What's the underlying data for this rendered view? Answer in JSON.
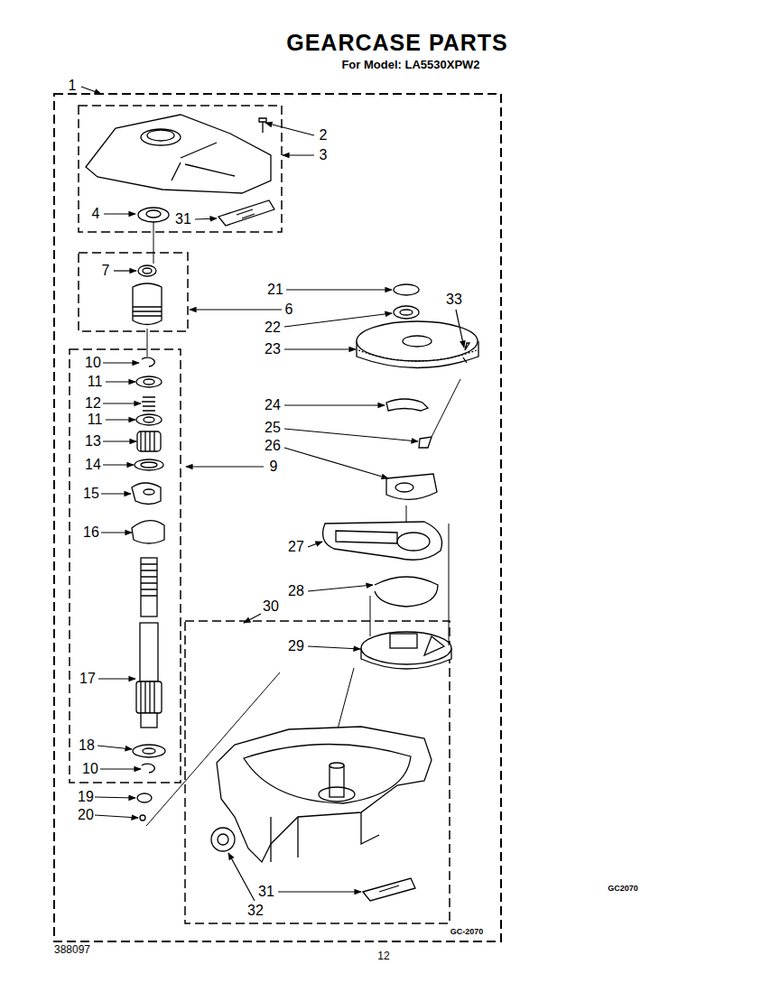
{
  "diagram": {
    "title": "GEARCASE PARTS",
    "labels": [
      "For Model: LA5530XPW2",
      "1",
      "2",
      "3",
      "4",
      "31",
      "7",
      "6",
      "21",
      "22",
      "33",
      "23",
      "10",
      "11",
      "12",
      "11",
      "13",
      "24",
      "25",
      "14",
      "9",
      "26",
      "15",
      "16",
      "27",
      "28",
      "30",
      "29",
      "17",
      "18",
      "10",
      "19",
      "20",
      "31",
      "32",
      "GC2070",
      "GC-2070",
      "388097",
      "12"
    ]
  }
}
